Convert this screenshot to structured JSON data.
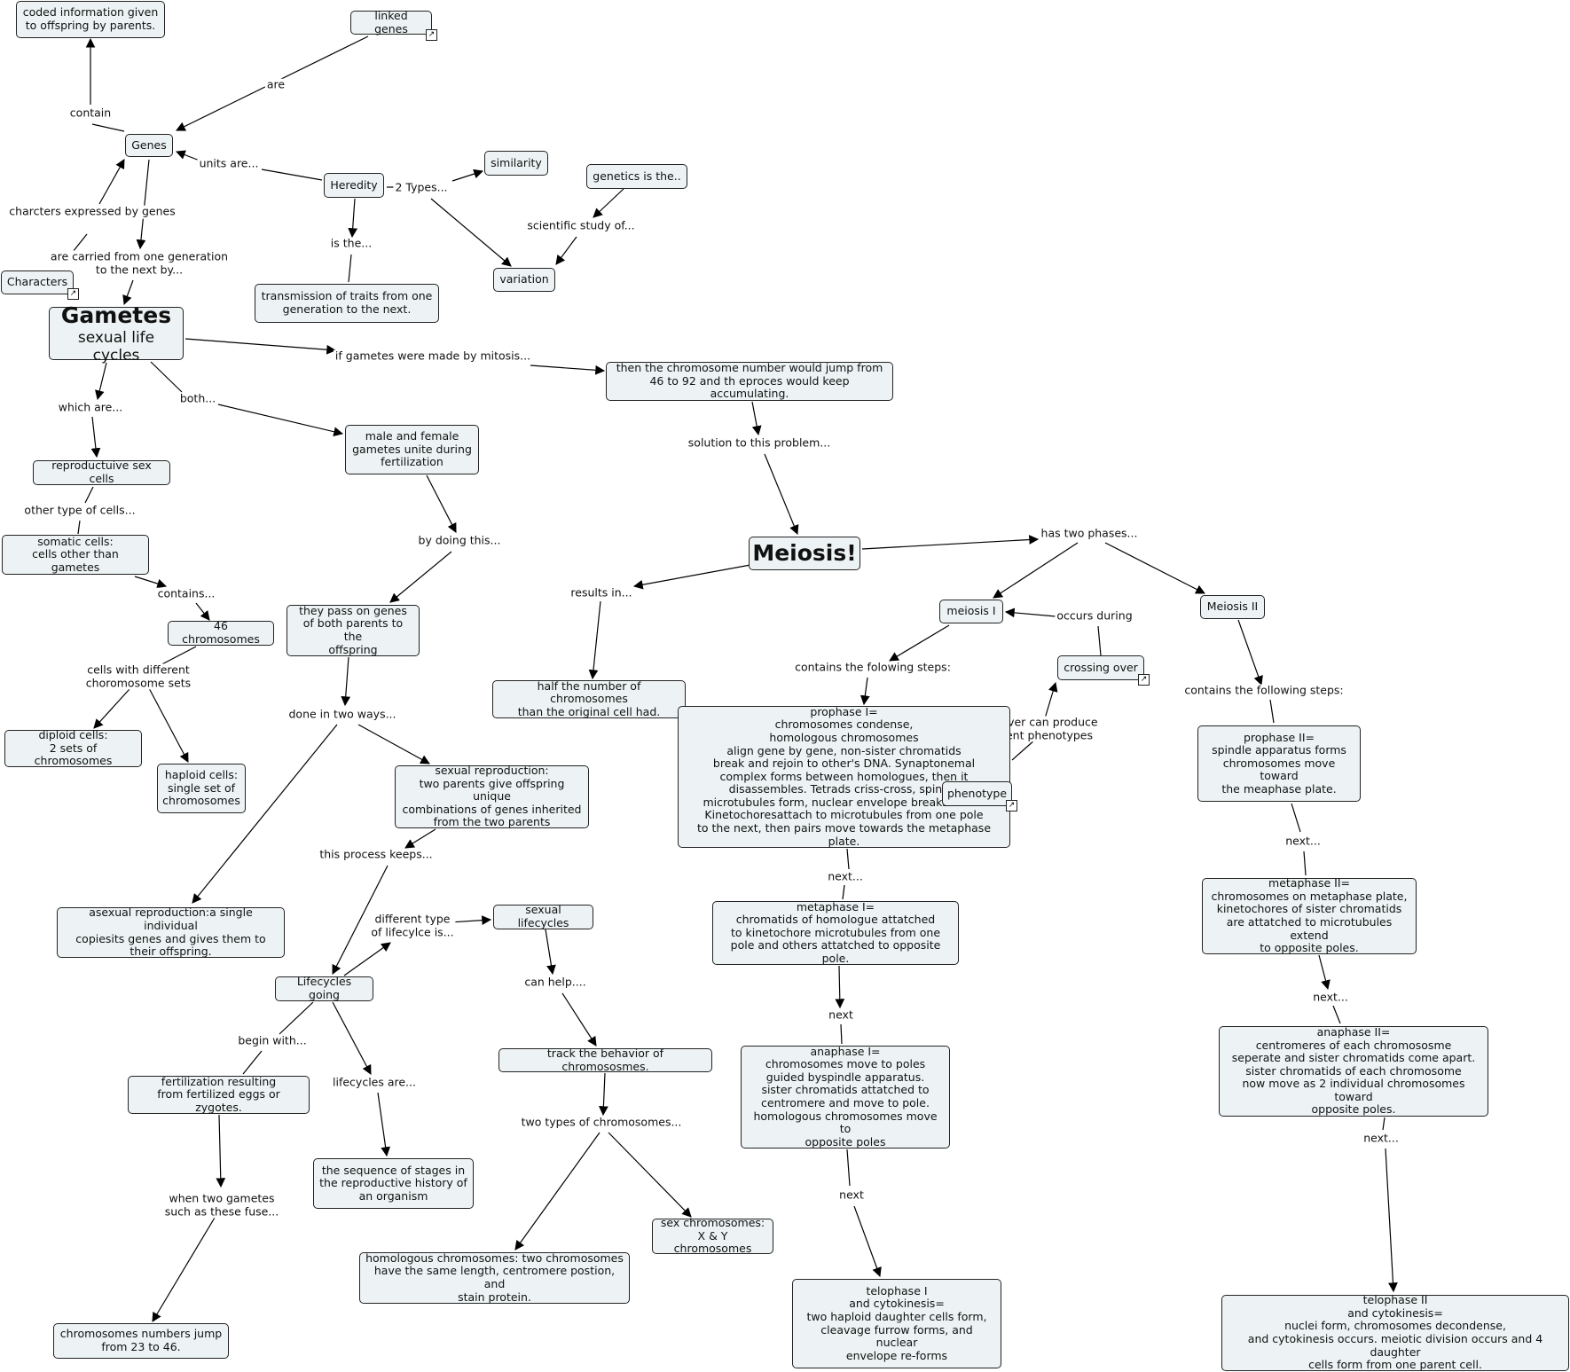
{
  "nodes": {
    "coded": "coded information given\nto offspring by parents.",
    "linked": "linked genes",
    "genes": "Genes",
    "heredity": "Heredity",
    "similarity": "similarity",
    "genetics": "genetics is the..",
    "variation": "variation",
    "characters": "Characters",
    "transmission": "transmission of traits from one\ngeneration to the next.",
    "gametes_title": "Gametes",
    "gametes_sub": "sexual life cycles",
    "chromjump": "then the chromosome number would jump from\n46 to 92 and th eproces would keep accumulating.",
    "repro": "reproductuive sex cells",
    "malefemale": "male and female\ngametes unite during\nfertilization",
    "somatic": "somatic cells:\ncells other than gametes",
    "meiosis": "Meiosis!",
    "chrom46": "46 chromosomes",
    "passgenes": "they pass on genes\nof both parents to the\noffspring",
    "meiosis1": "meiosis I",
    "meiosis2": "Meiosis II",
    "crossing": "crossing over",
    "diploid": "diploid cells:\n2 sets of chromosomes",
    "haploid": "haploid cells:\nsingle set of\nchromosomes",
    "half": "half the number of chromosomes\nthan the original cell had.",
    "prophase1": "prophase I=\nchromosomes condense,\nhomologous chromosomes\nalign gene by gene, non-sister chromatids\nbreak and rejoin to other's DNA. Synaptonemal\ncomplex forms between homologues, then it\ndisassembles. Tetrads criss-cross, spindle\nmicrotubules form, nuclear envelope breaks down.\nKinetochoresattach to microtubules from one pole\nto the next, then pairs move towards the metaphase plate.",
    "phenotype": "phenotype",
    "prophase2": "prophase II=\nspindle apparatus forms\nchromosomes move toward\nthe meaphase plate.",
    "sexrepro": "sexual reproduction:\ntwo parents give offspring unique\ncombinations of genes inherited\nfrom the two parents",
    "asexual": "asexual reproduction:a single individual\ncopiesits genes and gives them to\ntheir offspring.",
    "sexlife": "sexual lifecycles",
    "metaphase1": "metaphase I=\nchromatids of homologue attatched\nto kinetochore microtubules from one\npole and others attatched to opposite pole.",
    "metaphase2": "metaphase II=\nchromosomes on metaphase plate,\nkinetochores of sister chromatids\nare attatched to microtubules extend\nto opposite poles.",
    "lifecycles": "Lifecycles going",
    "anaphase1": "anaphase I=\nchromosomes move to poles\nguided byspindle apparatus.\nsister chromatids attatched to\ncentromere and move to pole.\nhomologous chromosomes move to\nopposite poles",
    "anaphase2": "anaphase II=\ncentromeres of each chromososme\nseperate and sister chromatids come apart.\nsister chromatids of each chromosome\nnow move as 2 individual chromosomes toward\nopposite poles.",
    "track": "track the behavior of chromososmes.",
    "fertilization": "fertilization resulting\nfrom fertilized eggs or zygotes.",
    "sequence": "the sequence of stages in\nthe reproductive history of\nan organism",
    "sexchrom": "sex chromosomes:\nX & Y chromosomes",
    "homologous": "homologous chromosomes: two chromosomes\nhave the same length, centromere postion, and\nstain protein.",
    "telophase1": "telophase I\nand cytokinesis=\ntwo haploid daughter cells form,\ncleavage furrow forms, and nuclear\nenvelope re-forms",
    "telophase2": "telophase II\nand cytokinesis=\nnuclei form, chromosomes decondense,\nand cytokinesis occurs. meiotic division occurs and 4 daughter\ncells form from one parent cell.",
    "jump2346": "chromosomes numbers jump\nfrom 23 to 46."
  },
  "labels": {
    "are": "are",
    "contain": "contain",
    "unitsare": "units are...",
    "twotypes": "2 Types...",
    "scientific": "scientific study of...",
    "charexp": "charcters expressed by genes",
    "isthe": "is the...",
    "carried": "are carried from one generation\nto the next by...",
    "ifmitosis": "if gametes were made by mitosis...",
    "whichare": "which are...",
    "both": "both...",
    "solution": "solution to this problem...",
    "othertype": "other type of cells...",
    "bydoing": "by doing this...",
    "hastwo": "has two phases...",
    "contains": "contains...",
    "resultsin": "results in...",
    "occurs": "occurs during",
    "cellsdiff": "cells with different\nchoromosome sets",
    "containsteps1": "contains the folowing steps:",
    "containsteps2": "contains the following steps:",
    "twoways": "done in two ways...",
    "overcan": "over can produce\nent phenotypes",
    "next_p1": "next...",
    "next_p2": "next...",
    "keeps": "this process keeps...",
    "difftype": "different type\nof lifecylce is...",
    "canhelp": "can help....",
    "next_m1": "next",
    "next_m2": "next...",
    "beginwith": "begin with...",
    "lifeare": "lifecycles are...",
    "twotypeschrom": "two types of chromosomes...",
    "next_a2": "next...",
    "next_a1": "next",
    "whentwo": "when two gametes\nsuch as these fuse..."
  }
}
